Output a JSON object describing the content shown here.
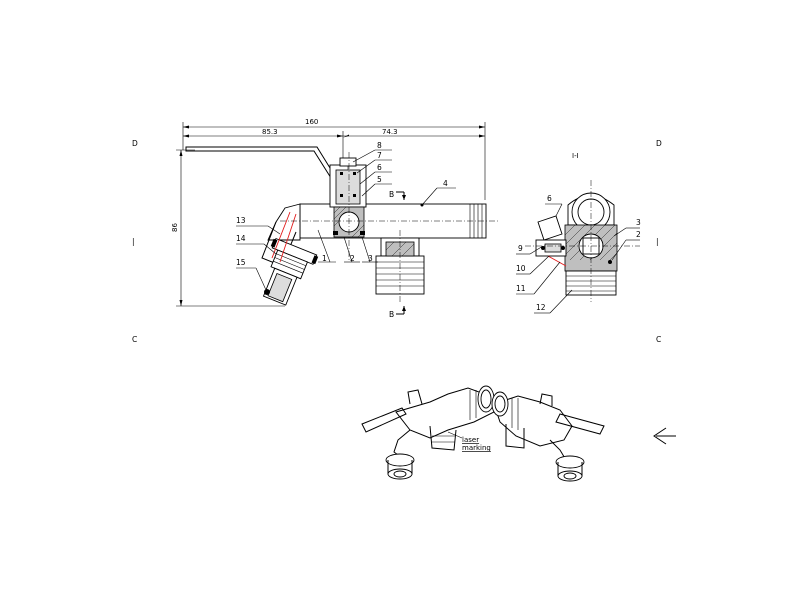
{
  "dimensions": {
    "overall_length": "160",
    "left_length": "85.3",
    "right_length": "74.3",
    "height": "86"
  },
  "zones": {
    "top_left": "D",
    "top_right": "D",
    "bottom_left": "C",
    "bottom_right": "C",
    "mid_left": "|",
    "mid_right": "|"
  },
  "section": {
    "label_top": "B",
    "label_bottom": "B"
  },
  "side_view_mark": "I-I",
  "side_parts": {
    "p8": "8",
    "p7": "7",
    "p6": "6",
    "p5": "5",
    "p4": "4",
    "p13": "13",
    "p14": "14",
    "p15": "15",
    "p1": "1",
    "p2": "2",
    "p3": "3"
  },
  "section_parts": {
    "p6": "6",
    "p3": "3",
    "p2": "2",
    "p9": "9",
    "p10": "10",
    "p11": "11",
    "p12": "12"
  },
  "annotations": {
    "laser_1": "laser",
    "laser_2": "marking"
  },
  "colors": {
    "line": "#000000",
    "hatch_fill": "#bfbfbf",
    "highlight": "#e21b1b"
  },
  "icons": {
    "projection_symbol": "view-direction-arrow-icon"
  }
}
